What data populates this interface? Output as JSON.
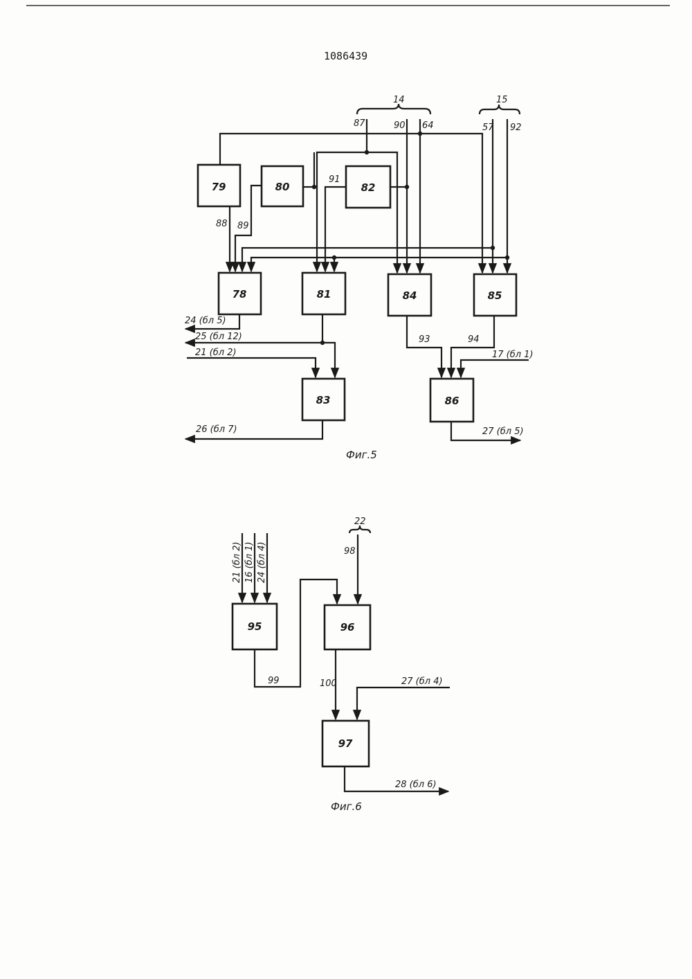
{
  "header": {
    "patent_number": "1086439"
  },
  "fig5": {
    "caption": "Фиг.5",
    "bus14": "14",
    "bus15": "15",
    "blocks": [
      "79",
      "80",
      "82",
      "78",
      "81",
      "84",
      "85",
      "83",
      "86"
    ],
    "signals": {
      "s87": "87",
      "s90": "90",
      "s64": "64",
      "s57": "57",
      "s92": "92",
      "s88": "88",
      "s89": "89",
      "s91": "91",
      "s93": "93",
      "s94": "94"
    },
    "outputs": {
      "o24": "24 (бл 5)",
      "o25": "25 (бл 12)",
      "i21": "21 (бл 2)",
      "i17": "17 (бл 1)",
      "o26": "26 (бл 7)",
      "o27": "27 (бл 5)"
    }
  },
  "fig6": {
    "caption": "Фиг.6",
    "bus22": "22",
    "blocks": [
      "95",
      "96",
      "97"
    ],
    "inputs": [
      "21 (бл 2)",
      "16 (бл 1)",
      "24 (бл 4)"
    ],
    "signals": {
      "s98": "98",
      "s99": "99",
      "s100": "100"
    },
    "i27": "27 (бл 4)",
    "o28": "28 (бл 6)"
  }
}
